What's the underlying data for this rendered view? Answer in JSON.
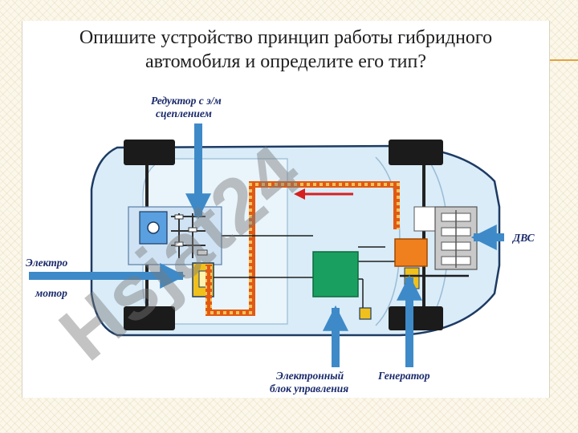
{
  "title": {
    "line1": "Опишите устройство принцип работы гибридного",
    "line2": "автомобиля и определите его тип?"
  },
  "labels": {
    "reducer_line1": "Редуктор с э/м",
    "reducer_line2": "сцеплением",
    "motor_line1": "Электро",
    "motor_line2": "мотор",
    "engine": "ДВС",
    "ecu_line1": "Электронный",
    "ecu_line2": "блок управления",
    "generator": "Генератор"
  },
  "watermark": "Hsjat24",
  "colors": {
    "arrow": "#3e8ac8",
    "bus": "#e05a14",
    "ecu": "#19a060",
    "generator": "#f07f1e",
    "battery": "#f0c11c",
    "car_body": "#d9ecf8",
    "label": "#1a2a6b",
    "accent": "#e3a23d"
  },
  "icons": [
    "arrow-icon",
    "wheel-icon",
    "car-body-icon"
  ]
}
